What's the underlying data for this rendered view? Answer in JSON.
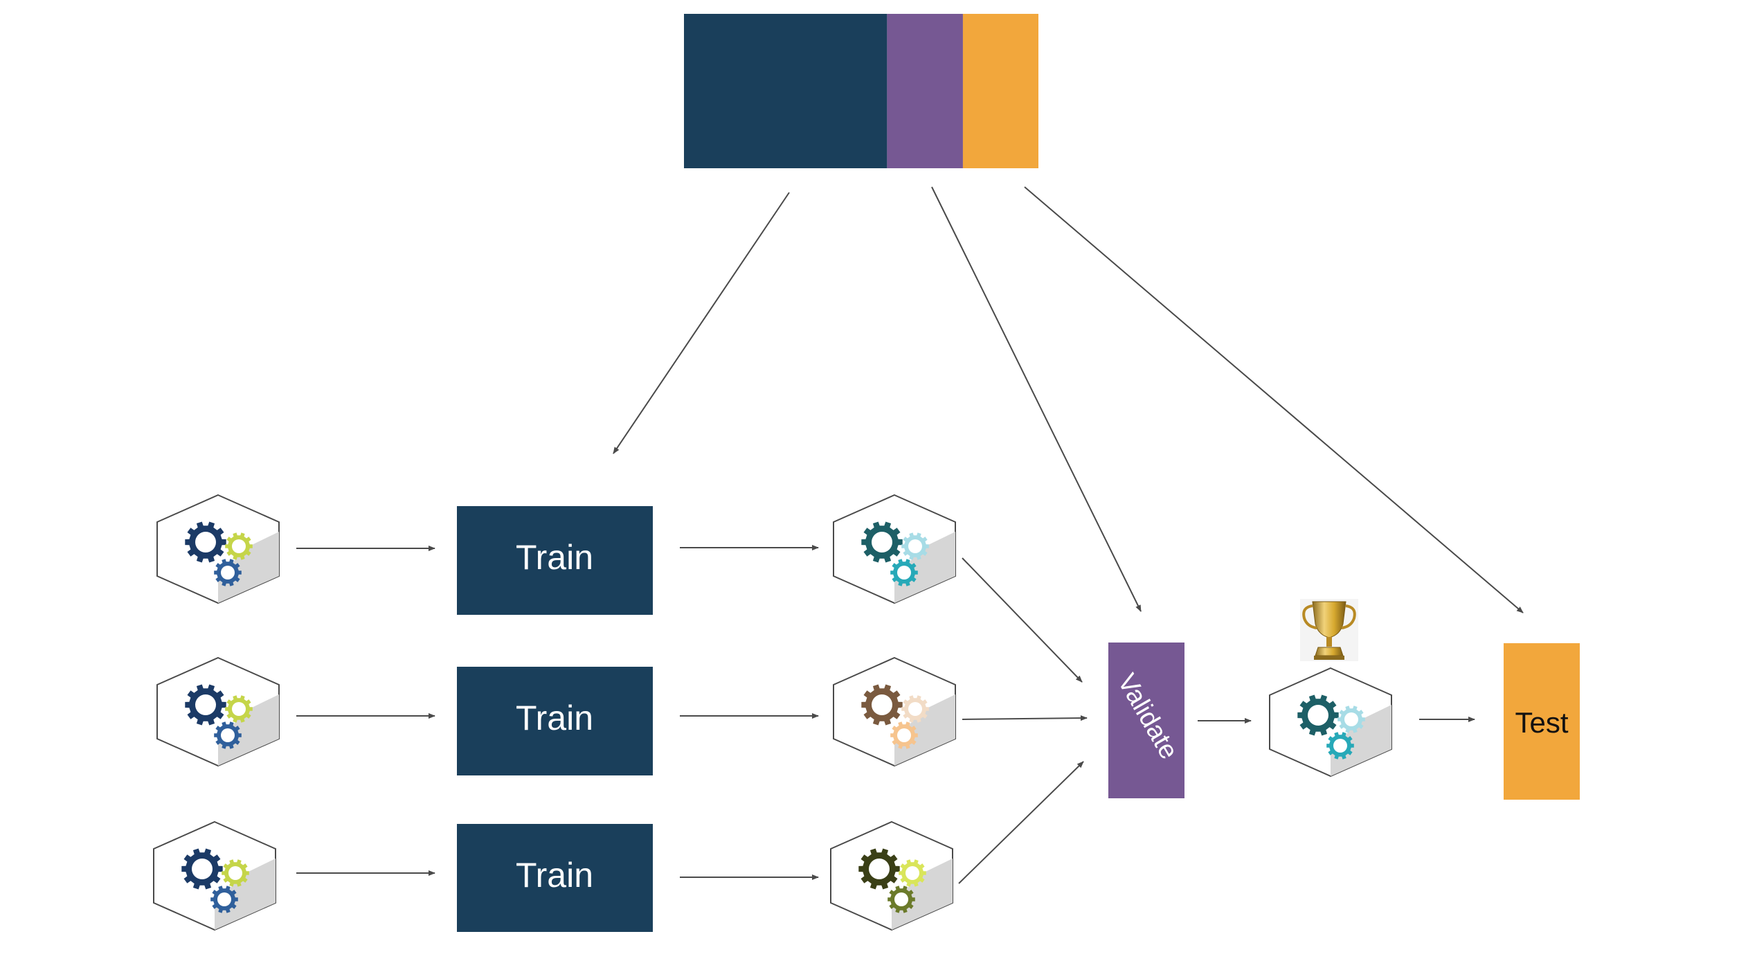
{
  "colors": {
    "train": "#1a3f5b",
    "validate": "#765893",
    "test": "#f2a73c",
    "arrow": "#4a4a4a",
    "cube_edge": "#4a4a4a",
    "cube_face_top": "#ffffff",
    "cube_face_side": "#d6d6d6"
  },
  "data_bar": {
    "segments": [
      {
        "name": "train-segment",
        "color": "#1a3f5b",
        "fraction": 0.573
      },
      {
        "name": "validate-segment",
        "color": "#765893",
        "fraction": 0.214
      },
      {
        "name": "test-segment",
        "color": "#f2a73c",
        "fraction": 0.213
      }
    ]
  },
  "train_boxes": [
    {
      "label": "Train"
    },
    {
      "label": "Train"
    },
    {
      "label": "Train"
    }
  ],
  "validate_box": {
    "label": "Validate"
  },
  "test_box": {
    "label": "Test"
  },
  "input_models": [
    {
      "gear_colors": [
        "#1b3a66",
        "#c5d549",
        "#2f5f9b"
      ]
    },
    {
      "gear_colors": [
        "#1b3a66",
        "#c5d549",
        "#2f5f9b"
      ]
    },
    {
      "gear_colors": [
        "#1b3a66",
        "#c5d549",
        "#2f5f9b"
      ]
    }
  ],
  "trained_models": [
    {
      "gear_colors": [
        "#1d5f66",
        "#a7dce6",
        "#27a9b8"
      ]
    },
    {
      "gear_colors": [
        "#7a5a3f",
        "#f2dcc6",
        "#f6c48e"
      ]
    },
    {
      "gear_colors": [
        "#3a3f16",
        "#d9e55a",
        "#6b7a2a"
      ]
    }
  ],
  "best_model": {
    "gear_colors": [
      "#1d5f66",
      "#a7dce6",
      "#27a9b8"
    ],
    "icon": "trophy-icon"
  }
}
